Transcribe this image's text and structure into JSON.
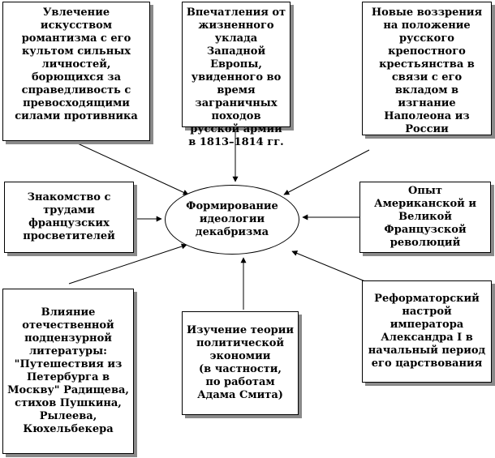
{
  "center": {
    "text": "Формирование\nидеологии\nдекабризма"
  },
  "boxes": {
    "romanticism": "Увлечение искусством романтизма с его культом сильных личностей, борющихся за справедливость с превосходящими силами противника",
    "western_europe": "Впечатления от жизненного уклада Западной Европы, увиденного во время заграничных походов русской армии\nв 1813–1814 гг.",
    "serfdom": "Новые воззрения на положение русского крепостного крестьянства в связи с его вкладом в изгнание Наполеона из России",
    "enlighteners": "Знакомство с трудами французских просветителей",
    "revolutions": "Опыт Американской и Великой Французской революций",
    "literature": "Влияние отечественной подцензурной литературы: \"Путешествия из Петербурга в Москву\" Радищева, стихов Пушкина, Рылеева, Кюхельбекера",
    "economy": "Изучение теории политической экономии\n(в частности,\nпо работам\nАдама Смита)",
    "alexander": "Реформаторский настрой императора Александра I в начальный период его царствования"
  }
}
